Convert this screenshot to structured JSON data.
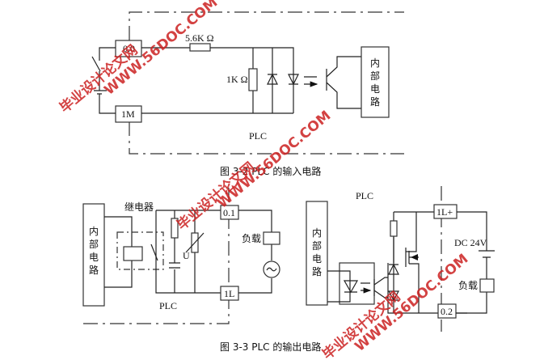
{
  "figure1": {
    "caption": "图 3-2 PLC 的输入电路",
    "terminal_input": "0.0",
    "terminal_common": "1M",
    "resistor_series": "5.6K Ω",
    "resistor_shunt": "1K Ω",
    "plc_label": "PLC",
    "internal_circuit": [
      "内",
      "部",
      "电",
      "路"
    ]
  },
  "figure2": {
    "caption": "图 3-3 PLC 的输出电路",
    "left": {
      "internal_circuit": [
        "内",
        "部",
        "电",
        "路"
      ],
      "relay_label": "继电器",
      "varistor_label": "U",
      "terminal_top": "0.1",
      "terminal_bottom": "1L",
      "load_label": "负载",
      "plc_label": "PLC"
    },
    "right": {
      "plc_label": "PLC",
      "internal_circuit": [
        "内",
        "部",
        "电",
        "路"
      ],
      "terminal_top": "1L+",
      "terminal_bottom": "0.2",
      "supply_label": "DC 24V",
      "load_label": "负载"
    }
  },
  "watermark": {
    "cn_text": "毕业设计论文网",
    "url_text": "WWW.56DOC.COM",
    "color": "#cc2222"
  }
}
